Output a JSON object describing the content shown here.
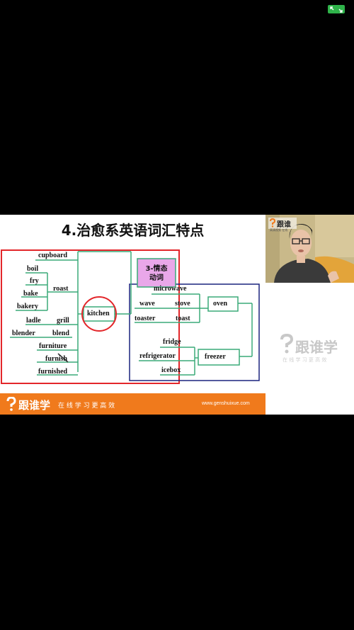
{
  "slide": {
    "title": "4.治愈系英语词汇特点",
    "emotion_box": {
      "line1": "3-情态",
      "line2": "动词"
    },
    "left_words": {
      "cupboard": "cupboard",
      "boil": "boil",
      "fry": "fry",
      "bake": "bake",
      "bakery": "bakery",
      "roast": "roast",
      "ladle": "ladle",
      "grill": "grill",
      "blender": "blender",
      "blend": "blend",
      "furniture": "furniture",
      "furnish": "furnish",
      "furnished": "furnished"
    },
    "center": "kitchen",
    "right_words": {
      "microwave": "microwave",
      "wave": "wave",
      "stove": "stove",
      "oven": "oven",
      "toaster": "toaster",
      "toast": "toast",
      "fridge": "fridge",
      "refrigerator": "refrigerator",
      "freezer": "freezer",
      "icebox": "icebox"
    },
    "footer": {
      "brand": "跟谁学",
      "slogan": "在 线 学 习 更 高 效",
      "url": "www.genshuixue.com"
    }
  },
  "right_panel": {
    "brand": "跟谁学",
    "slogan": "在 线 学 习 更 高 效"
  },
  "camera": {
    "logo": "跟谁",
    "small_text": "高清视频 在线"
  },
  "colors": {
    "orange": "#f07a1c",
    "green_line": "#3aaa78",
    "red_frame": "#e3262a",
    "blue_frame": "#1a237e",
    "pink_box": "#e9a7e9",
    "fullscreen_green": "#2fb34a"
  },
  "icons": {
    "fullscreen": "fullscreen-icon",
    "logo": "question-mark-logo-icon"
  }
}
